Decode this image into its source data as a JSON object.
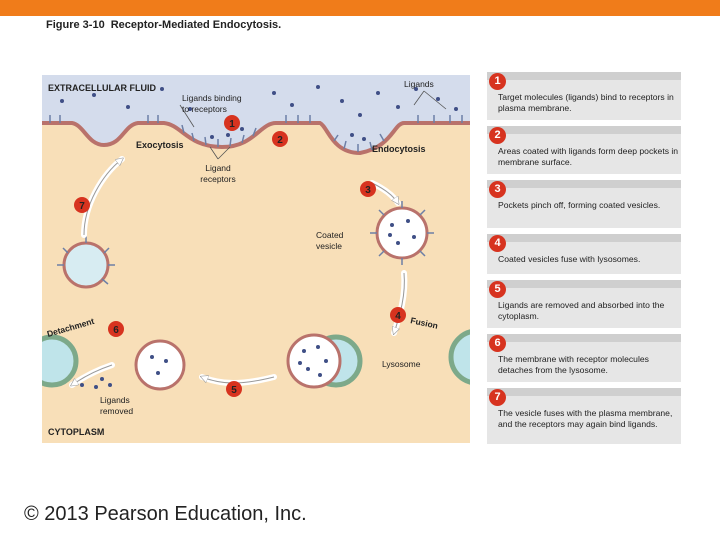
{
  "figure": {
    "number": "Figure 3-10",
    "title": "Receptor-Mediated Endocytosis."
  },
  "labels": {
    "extracellular_fluid": "EXTRACELLULAR FLUID",
    "ligands": "Ligands",
    "ligands_binding": "Ligands binding",
    "to_receptors": "to receptors",
    "exocytosis": "Exocytosis",
    "endocytosis": "Endocytosis",
    "ligand": "Ligand",
    "receptors": "receptors",
    "coated": "Coated",
    "vesicle": "vesicle",
    "fusion": "Fusion",
    "detachment": "Detachment",
    "lysosome": "Lysosome",
    "ligands_removed_1": "Ligands",
    "ligands_removed_2": "removed",
    "cytoplasm": "CYTOPLASM"
  },
  "markers": [
    "1",
    "2",
    "3",
    "4",
    "5",
    "6",
    "7"
  ],
  "steps": [
    {
      "number": "1",
      "text": "Target molecules (ligands) bind to receptors in plasma membrane."
    },
    {
      "number": "2",
      "text": "Areas coated with ligands form deep pockets in membrane surface."
    },
    {
      "number": "3",
      "text": "Pockets pinch off, forming coated vesicles."
    },
    {
      "number": "4",
      "text": "Coated vesicles fuse with lysosomes."
    },
    {
      "number": "5",
      "text": "Ligands are removed and absorbed into the cytoplasm."
    },
    {
      "number": "6",
      "text": "The membrane with receptor molecules detaches from the lysosome."
    },
    {
      "number": "7",
      "text": "The vesicle fuses with the plasma membrane, and the receptors may again bind ligands."
    }
  ],
  "copyright": "© 2013 Pearson Education, Inc.",
  "colors": {
    "accent_bar": "#f07c1a",
    "extracellular": "#d4dcec",
    "cytoplasm": "#f8dfb8",
    "membrane": "#b9726b",
    "marker": "#d7331f",
    "vesicle_fill": "#bfe4ea",
    "lysosome_rim": "#7da98a",
    "ligand_dot": "#3f4f86"
  }
}
